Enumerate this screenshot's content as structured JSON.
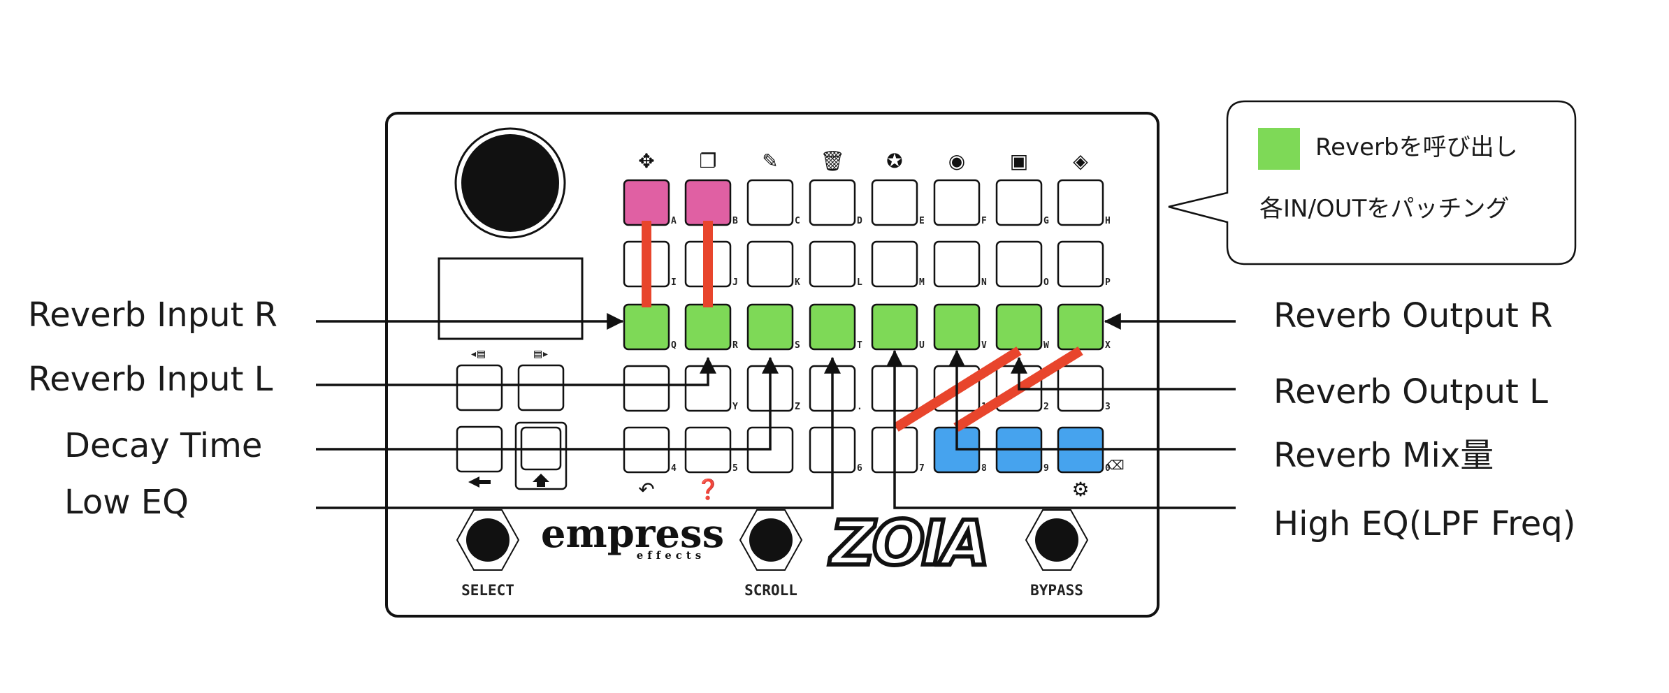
{
  "colors": {
    "green": "#7ed957",
    "pink": "#e060a3",
    "blue": "#46a3ee",
    "cable": "#e8452c",
    "ink": "#111111"
  },
  "callout": {
    "line1": "Reverbを呼び出し",
    "line2": "各IN/OUTをパッチング"
  },
  "left_labels": [
    "Reverb Input R",
    "Reverb Input L",
    "Decay Time",
    "Low EQ"
  ],
  "right_labels": [
    "Reverb Output R",
    "Reverb Output L",
    "Reverb Mix量",
    "High EQ(LPF Freq)"
  ],
  "grid": {
    "rows": [
      [
        "A",
        "B",
        "C",
        "D",
        "E",
        "F",
        "G",
        "H"
      ],
      [
        "I",
        "J",
        "K",
        "L",
        "M",
        "N",
        "O",
        "P"
      ],
      [
        "Q",
        "R",
        "S",
        "T",
        "U",
        "V",
        "W",
        "X"
      ],
      [
        "",
        "Y",
        "Z",
        ".",
        "_",
        "1",
        "2",
        "3"
      ],
      [
        "4",
        "5",
        "",
        "6",
        "7",
        "8",
        "9",
        "0"
      ]
    ],
    "row_key_letters": [
      "A",
      "B",
      "C",
      "D",
      "E",
      "F",
      "G",
      "H",
      "I",
      "J",
      "K",
      "L",
      "M",
      "N",
      "O",
      "P",
      "Q",
      "R",
      "S",
      "T",
      "U",
      "V",
      "W",
      "X",
      "Y",
      "Z",
      ".",
      "_",
      "1",
      "2",
      "3",
      "4",
      "5",
      "6",
      "7",
      "8",
      "9",
      "0"
    ],
    "top_icons": [
      "move-icon",
      "copy-icon",
      "edit-icon",
      "trash-icon",
      "star-icon",
      "eye-icon",
      "save-icon",
      "dice-icon"
    ],
    "bottom_icons": [
      "undo-icon",
      "help-icon",
      "settings-icon"
    ],
    "special": {
      "pink": [
        "A",
        "B"
      ],
      "green": [
        "Q",
        "R",
        "S",
        "T",
        "U",
        "V",
        "W",
        "X"
      ],
      "blue": [
        "8",
        "9",
        "0"
      ]
    }
  },
  "device": {
    "brand": "empress",
    "brand_sub": "effects",
    "product": "ZOIA",
    "footswitch_labels": [
      "SELECT",
      "SCROLL",
      "BYPASS"
    ]
  }
}
